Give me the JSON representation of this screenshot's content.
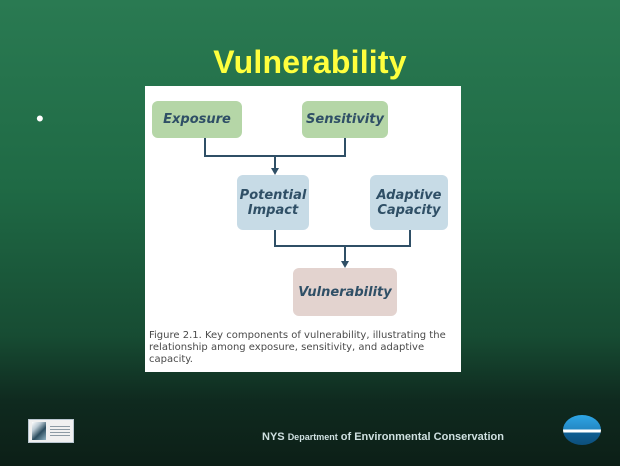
{
  "slide": {
    "title": "Vulnerability",
    "bullet": "•"
  },
  "diagram": {
    "boxes": {
      "exposure": "Exposure",
      "sensitivity": "Sensitivity",
      "potential_impact": "Potential\nImpact",
      "adaptive_capacity": "Adaptive\nCapacity",
      "vulnerability": "Vulnerability"
    },
    "caption": "Figure 2.1. Key components of vulnerability, illustrating the relationship among exposure, sensitivity, and adaptive capacity."
  },
  "footer": {
    "nys": "NYS ",
    "department": "Department",
    "rest": " of Environmental  Conservation"
  },
  "colors": {
    "title": "#ffff3d",
    "box_green": "#b5d6a7",
    "box_blue": "#c7dbe6",
    "box_pink": "#e3d3cf",
    "connector": "#2f4f66"
  }
}
